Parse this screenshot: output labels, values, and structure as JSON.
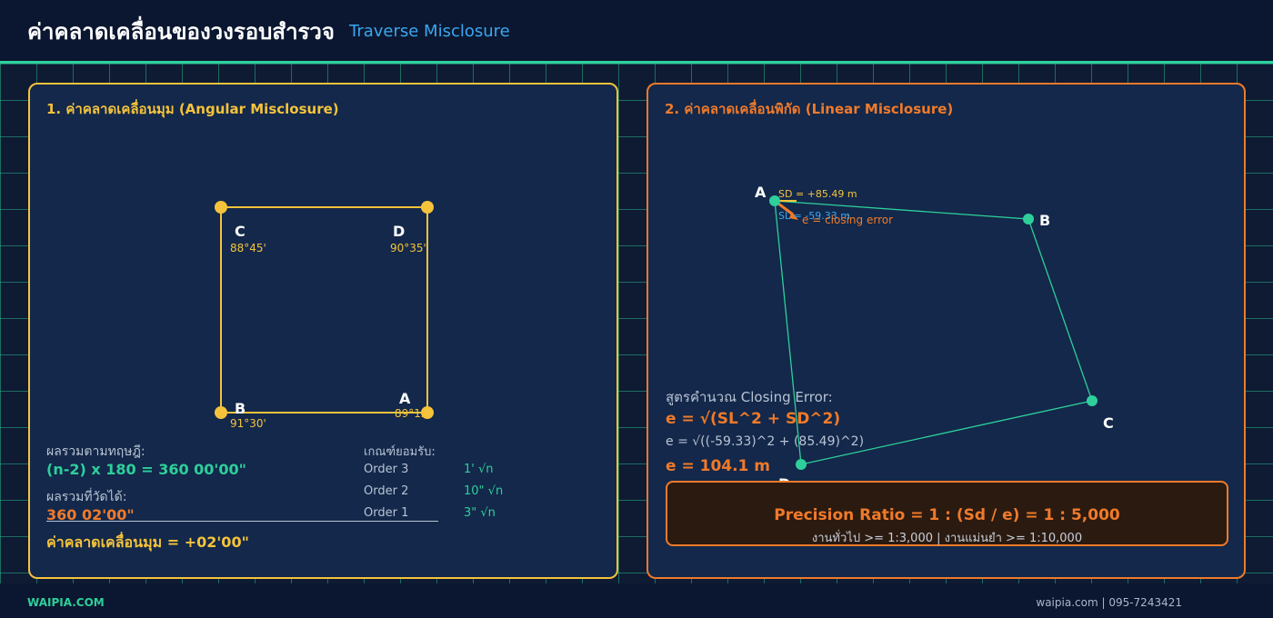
{
  "header": {
    "title": "ค่าคลาดเคลื่อนของวงรอบสำรวจ",
    "subtitle": "Traverse Misclosure"
  },
  "left_panel": {
    "title": "1. ค่าคลาดเคลื่อนมุม (Angular Misclosure)",
    "stations": [
      {
        "name": "C",
        "angle": "88°45'"
      },
      {
        "name": "D",
        "angle": "90°35'"
      },
      {
        "name": "B",
        "angle": "91°30'"
      },
      {
        "name": "A",
        "angle": "89°12'"
      }
    ],
    "theory_label": "ผลรวมตามทฤษฎี:",
    "theory_formula": "(n-2) x 180 = 360 00'00\"",
    "measured_label": "ผลรวมที่วัดได้:",
    "measured_value": "360 02'00\"",
    "misclosure_label": "ค่าคลาดเคลื่อนมุม  =  +02'00\"",
    "criteria_title": "เกณฑ์ยอมรับ:",
    "criteria": [
      {
        "order": "Order 3",
        "value": "1' √n"
      },
      {
        "order": "Order 2",
        "value": "10\" √n"
      },
      {
        "order": "Order 1",
        "value": "3\" √n"
      }
    ]
  },
  "right_panel": {
    "title": "2. ค่าคลาดเคลื่อนพิกัด (Linear Misclosure)",
    "stations": [
      "A",
      "B",
      "C",
      "D"
    ],
    "sd_label": "SD = +85.49 m",
    "sl_label": "SL = -59.33 m",
    "closing_error_label": "e = closing error",
    "formula_title": "สูตรคำนวณ Closing Error:",
    "formula": "e = √(SL^2 + SD^2)",
    "substitution": "e = √((-59.33)^2 + (85.49)^2)",
    "result": "e = 104.1 m",
    "precision_ratio": "Precision Ratio  =  1 : (Sd / e)  =  1 : 5,000",
    "precision_note": "งานทั่วไป >= 1:3,000  |  งานแม่นยำ >= 1:10,000"
  },
  "footer": {
    "brand": "WAIPIA.COM",
    "contact": "waipia.com | 095-7243421"
  },
  "colors": {
    "yellow": "#f5c33b",
    "orange": "#f07a2a",
    "teal": "#2ecf9b",
    "blue": "#3aa7f0"
  }
}
